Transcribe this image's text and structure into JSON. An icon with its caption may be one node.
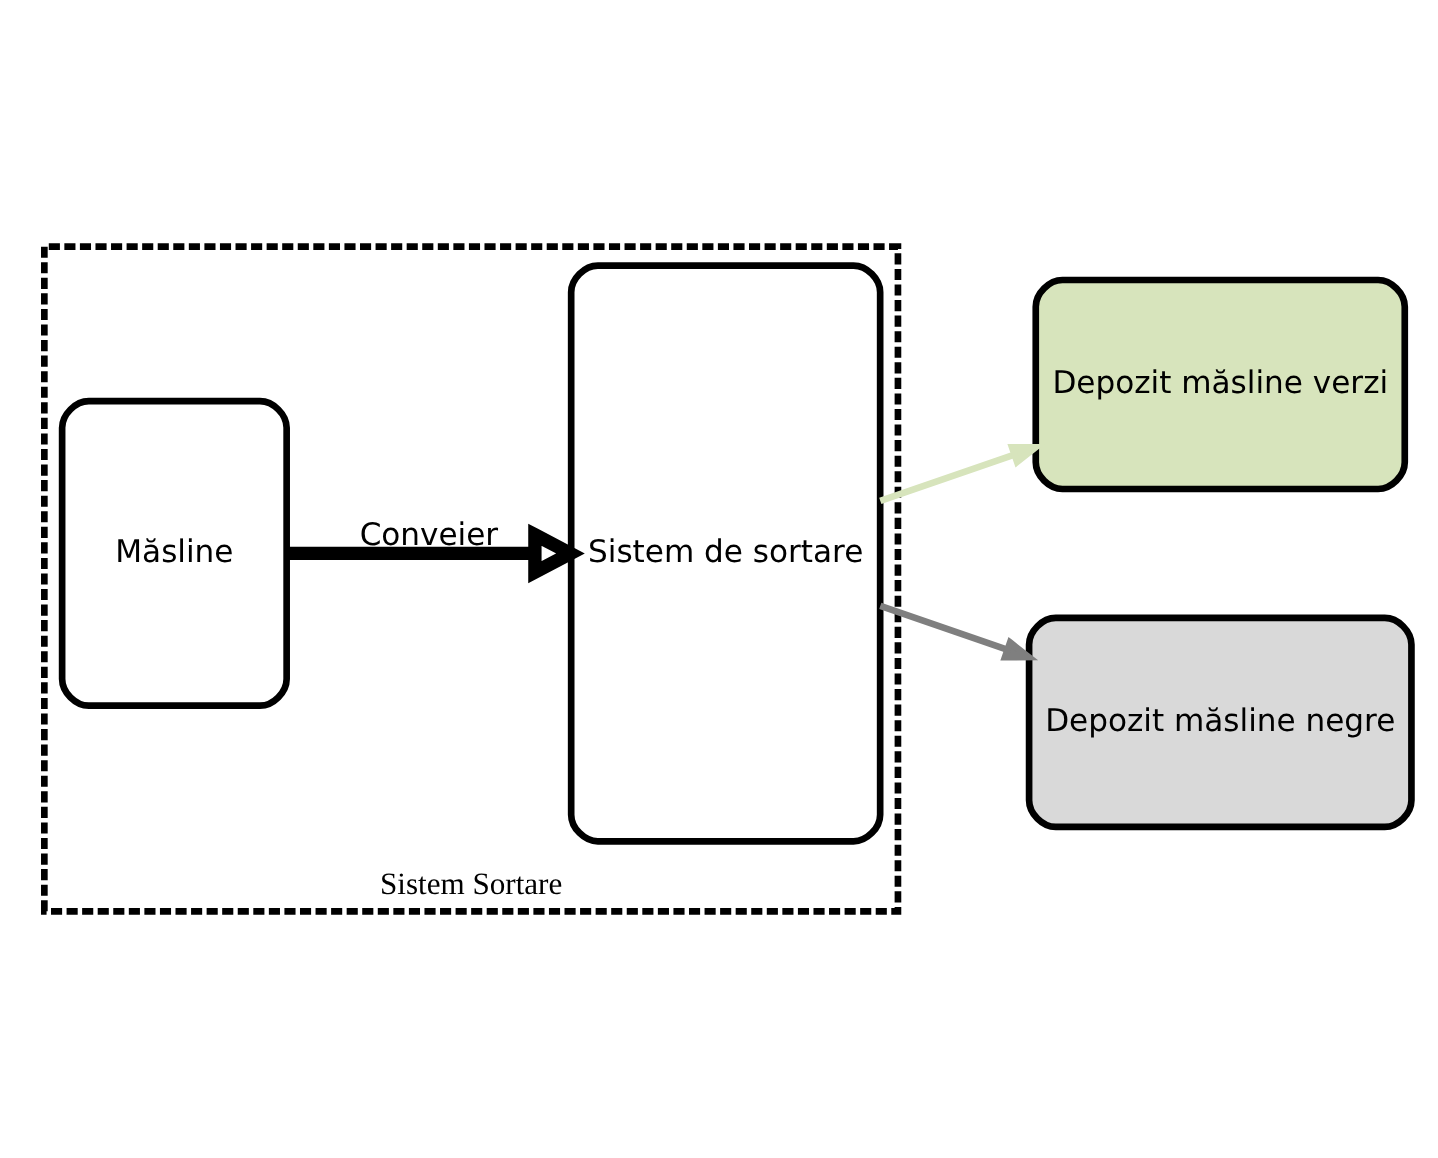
{
  "diagram": {
    "nodes": [
      {
        "text": [
          "Sistem Sortare"
        ]
      },
      {
        "text": [
          "Măsline"
        ],
        "in": 0
      },
      {
        "text": [
          "Sistem de sortare"
        ],
        "in": 0
      },
      {
        "text": [
          "Depozit măsline verzi"
        ]
      },
      {
        "text": [
          "Depozit măsline negre"
        ]
      }
    ],
    "edges": [
      {
        "from": 1,
        "to": 2,
        "arrow": "to",
        "label": "Conveier",
        "style": "thick"
      },
      {
        "from": 2,
        "to": 3,
        "arrow": "to",
        "color": "#d7e4bc"
      },
      {
        "from": 2,
        "to": 4,
        "arrow": "to",
        "color": "#7f7f7f"
      }
    ]
  }
}
